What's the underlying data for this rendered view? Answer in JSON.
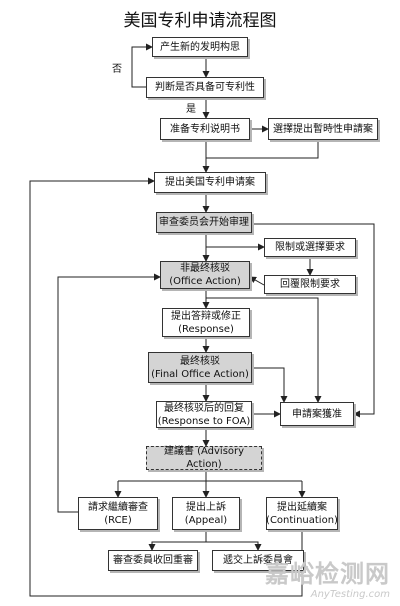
{
  "title": "美国专利申请流程图",
  "nodes": {
    "new_idea": "产生新的发明构思",
    "judge": "判断是否具备可专利性",
    "prepare_spec": "准备专利说明书",
    "provisional": "選擇提出暫時性申請案",
    "file_app": "提出美国专利申请案",
    "review": "审查委员会开始审理",
    "restriction": "限制或選擇要求",
    "reply_restriction": "回覆限制要求",
    "nonfinal": {
      "zh": "非最终核驳",
      "en": "(Office Action)"
    },
    "response": {
      "zh": "提出答辩或修正",
      "en": "(Response)"
    },
    "final": {
      "zh": "最终核驳",
      "en": "(Final Office Action)"
    },
    "reply_final": {
      "zh": "最终核驳后的回复",
      "en": "(Response to FOA)"
    },
    "allowance": "申請案獲准",
    "advisory": "建議書 (Advisory Action)",
    "rce": {
      "zh": "請求繼續審查",
      "en": "(RCE)"
    },
    "appeal": {
      "zh": "提出上訴",
      "en": "(Appeal)"
    },
    "continuation": {
      "zh": "提出延續案",
      "en": "(Continuation)"
    },
    "examiner_rehear": "審查委員收回重審",
    "board_appeal": "遞交上訴委員會"
  },
  "edge_labels": {
    "no": "否",
    "yes": "是"
  },
  "watermark": {
    "main": "嘉峪检测网",
    "sub": "AnyTesting.com"
  }
}
